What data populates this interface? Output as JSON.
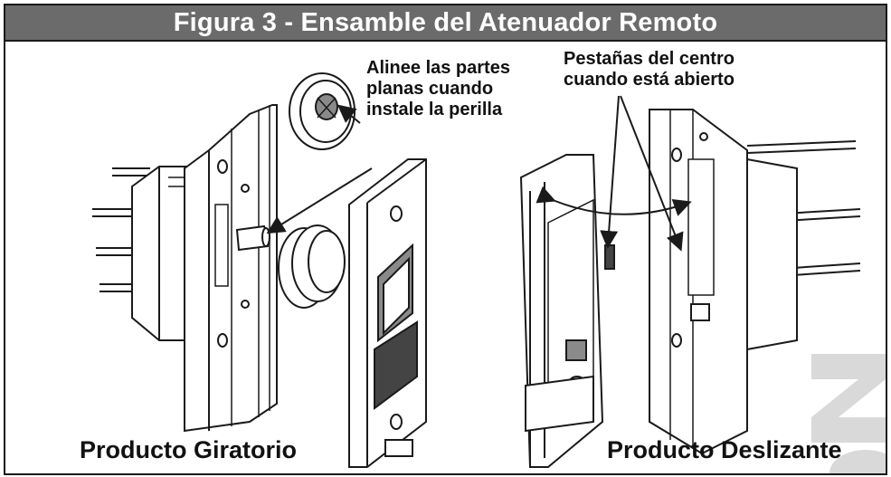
{
  "figure": {
    "title": "Figura 3 - Ensamble del Atenuador Remoto"
  },
  "callouts": {
    "align_flats": [
      "Alinee las partes",
      "planas cuando",
      "instale la perilla"
    ],
    "center_tabs": [
      "Pestañas del centro",
      "cuando está abierto"
    ]
  },
  "captions": {
    "rotary": "Producto Giratorio",
    "slide": "Producto Deslizante"
  },
  "colors": {
    "header_bg": "#6b6b6b",
    "header_text": "#ffffff",
    "line": "#1a1a1a",
    "shade": "#8a8a8a"
  }
}
